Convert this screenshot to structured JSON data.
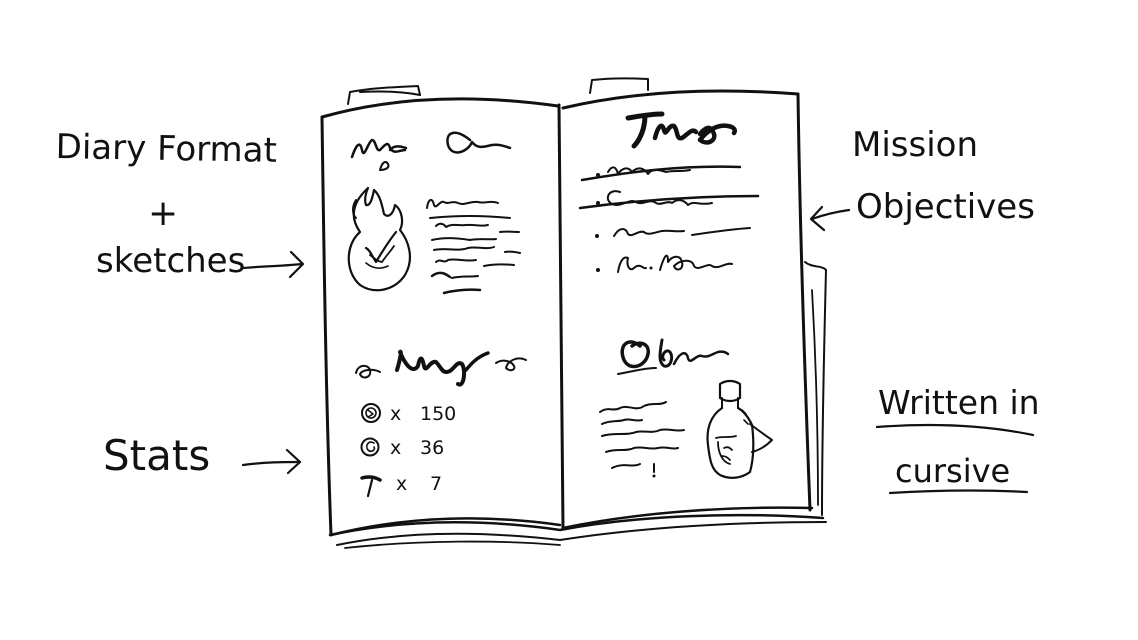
{
  "annotations": {
    "diary_line1": "Diary Format",
    "diary_line2": "+",
    "diary_line3": "sketches",
    "stats": "Stats",
    "mission_line1": "Mission",
    "mission_line2": "Objectives",
    "cursive_line1": "Written in",
    "cursive_line2": "cursive"
  },
  "stats": [
    {
      "icon": "coin-icon",
      "times": "x",
      "value": "150"
    },
    {
      "icon": "token-icon",
      "times": "x",
      "value": "36"
    },
    {
      "icon": "nail-icon",
      "times": "x",
      "value": "7"
    }
  ]
}
